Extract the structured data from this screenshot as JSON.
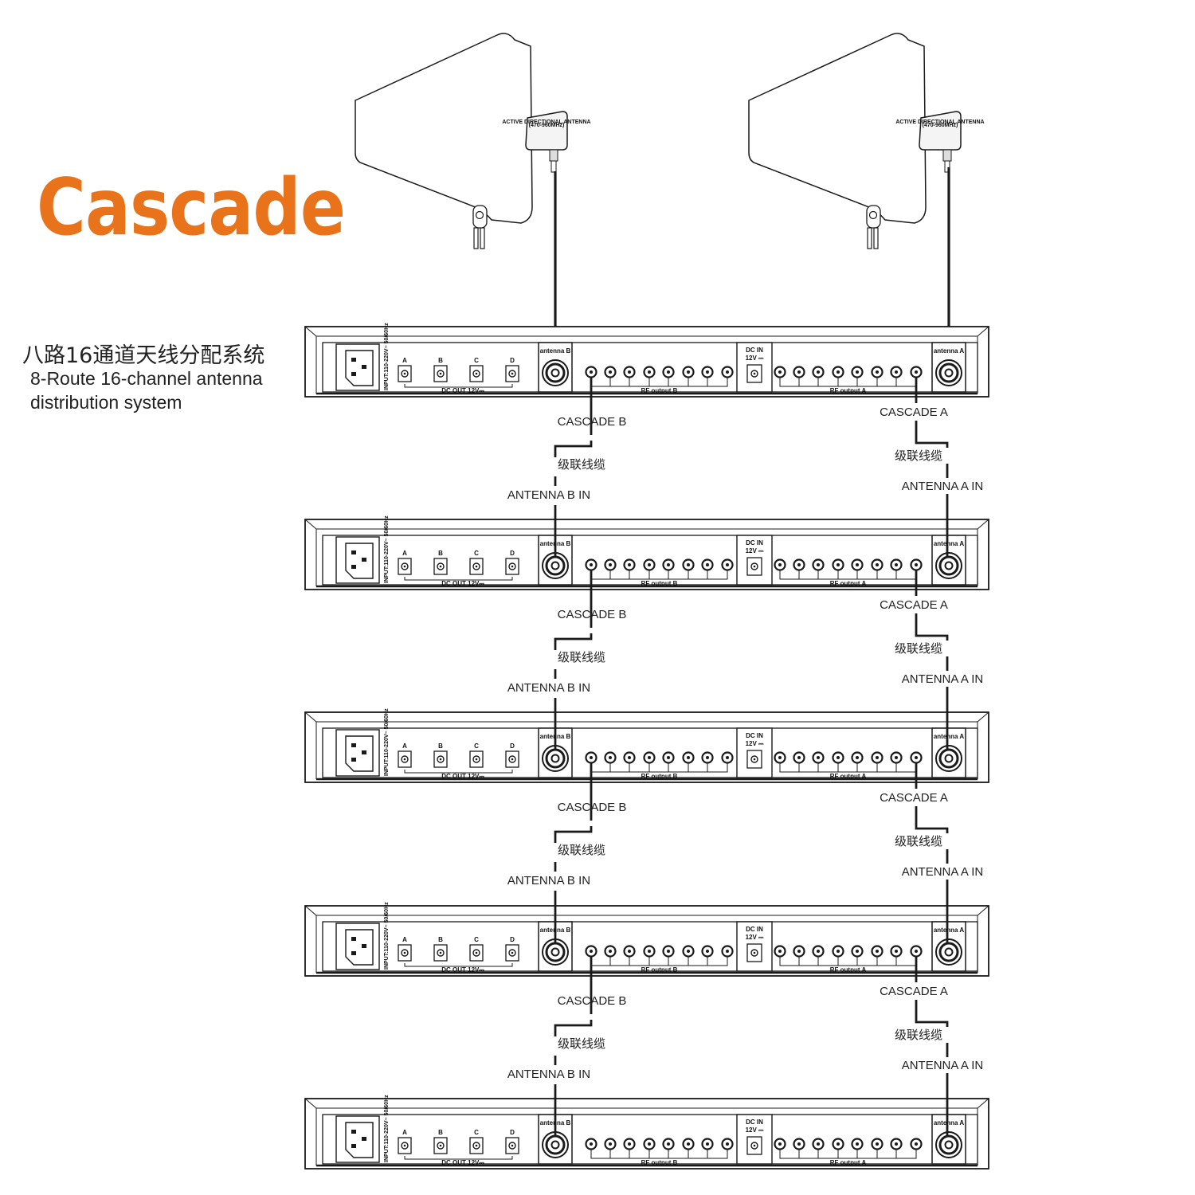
{
  "header": {
    "title": "Cascade",
    "subtitle_cn": "八路16通道天线分配系统",
    "subtitle_en": "8-Route 16-channel antenna distribution system"
  },
  "colors": {
    "title": "#e8731a",
    "lines": "#1a1a1a"
  },
  "antennas": [
    {
      "label_1": "ACTIVE DIRECTIONAL ANTENNA",
      "label_2": "(470-960MHz)"
    },
    {
      "label_1": "ACTIVE DIRECTIONAL ANTENNA",
      "label_2": "(470-960MHz)"
    }
  ],
  "units": [
    {
      "power_label": "INPUT:110-220V~ 50/60Hz"
    },
    {
      "power_label": "INPUT:110-220V~ 50/60Hz"
    },
    {
      "power_label": "INPUT:110-220V~ 50/60Hz"
    },
    {
      "power_label": "INPUT:110-220V~ 50/60Hz"
    },
    {
      "power_label": "INPUT:110-220V~ 50/60Hz"
    }
  ],
  "panel": {
    "dc_port_labels": [
      "A",
      "B",
      "C",
      "D"
    ],
    "dc_out_label": "DC OUT 12V⎓",
    "antenna_b_label": "antenna B",
    "antenna_a_label": "antenna A",
    "rf_output_b_label": "RF output B",
    "rf_output_a_label": "RF output A",
    "dc_in_label": "DC IN",
    "dc_in_voltage": "12V ⎓"
  },
  "cascade_links": [
    {
      "cascade_b": "CASCADE B",
      "cable_b": "级联线缆",
      "in_b": "ANTENNA B IN",
      "cascade_a": "CASCADE A",
      "cable_a": "级联线缆",
      "in_a": "ANTENNA A IN"
    },
    {
      "cascade_b": "CASCADE B",
      "cable_b": "级联线缆",
      "in_b": "ANTENNA B IN",
      "cascade_a": "CASCADE A",
      "cable_a": "级联线缆",
      "in_a": "ANTENNA A IN"
    },
    {
      "cascade_b": "CASCADE B",
      "cable_b": "级联线缆",
      "in_b": "ANTENNA B IN",
      "cascade_a": "CASCADE A",
      "cable_a": "级联线缆",
      "in_a": "ANTENNA A IN"
    },
    {
      "cascade_b": "CASCADE B",
      "cable_b": "级联线缆",
      "in_b": "ANTENNA B IN",
      "cascade_a": "CASCADE A",
      "cable_a": "级联线缆",
      "in_a": "ANTENNA A IN"
    }
  ]
}
